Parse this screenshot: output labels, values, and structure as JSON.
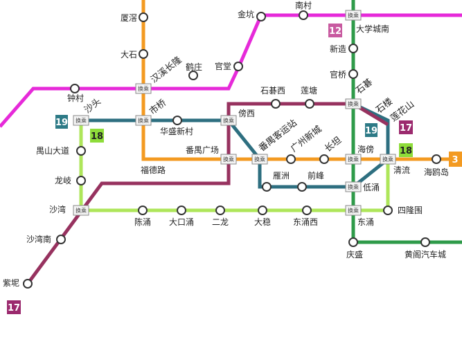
{
  "colors": {
    "line3": "#f39a21",
    "line12": "#e62ad9",
    "line12_badge": "#c85aa0",
    "line17": "#97325f",
    "line17_badge": "#9b2a6e",
    "line18": "#aee65a",
    "line18_badge": "#8edc3a",
    "line19": "#2e6f80",
    "line19_badge": "#2d7a86",
    "green_line": "#2f9b4a"
  },
  "badges": {
    "b3": "3",
    "b12": "12",
    "b17_right": "17",
    "b17_left": "17",
    "b18_left": "18",
    "b18_right": "18",
    "b19_left": "19",
    "b19_right": "19"
  },
  "transfer_label": "换乘",
  "stations": {
    "xiajiao": "厦滘",
    "dashi": "大石",
    "hanxi_changlong": "汉溪长隆",
    "hezhuang": "鹤庄",
    "guantang": "官堂",
    "jinkeng": "金坑",
    "nancun": "南村",
    "daxuecheng_nan": "大学城南",
    "xinzao": "新造",
    "guanqiao": "官桥",
    "zhongcun": "钟村",
    "shatou": "沙头",
    "shiqiao": "市桥",
    "huasheng_xincun": "华盛新村",
    "shiqi": "石碁",
    "shiqi_xi": "石碁西",
    "lianshan": "莲塘",
    "pangxi": "傍西",
    "panyu_keyunzhan": "番禺客运站",
    "guangzhou_xincheng": "广州新城",
    "changtan": "长坦",
    "shilou": "石楼",
    "lianhuashan": "莲花山",
    "panyu_guangchang": "番禺广场",
    "haibang": "海傍",
    "qingliu": "清流",
    "haiou_dao": "海鸥岛",
    "yuzhou": "雁洲",
    "qianfeng": "前峰",
    "diyong": "低涌",
    "yushan_dadao": "禺山大道",
    "longqi": "龙岐",
    "fudelu": "福德路",
    "shawan": "沙湾",
    "chenyong": "陈涌",
    "dakouyong": "大口涌",
    "erlong": "二龙",
    "dawen": "大稳",
    "dongyong_xi": "东涌西",
    "dongyong": "东涌",
    "silongwei": "四隆围",
    "shawan_nan": "沙湾南",
    "qingsheng": "庆盛",
    "huangge_qichecheng": "黄阁汽车城",
    "zijiu": "紫坭"
  }
}
